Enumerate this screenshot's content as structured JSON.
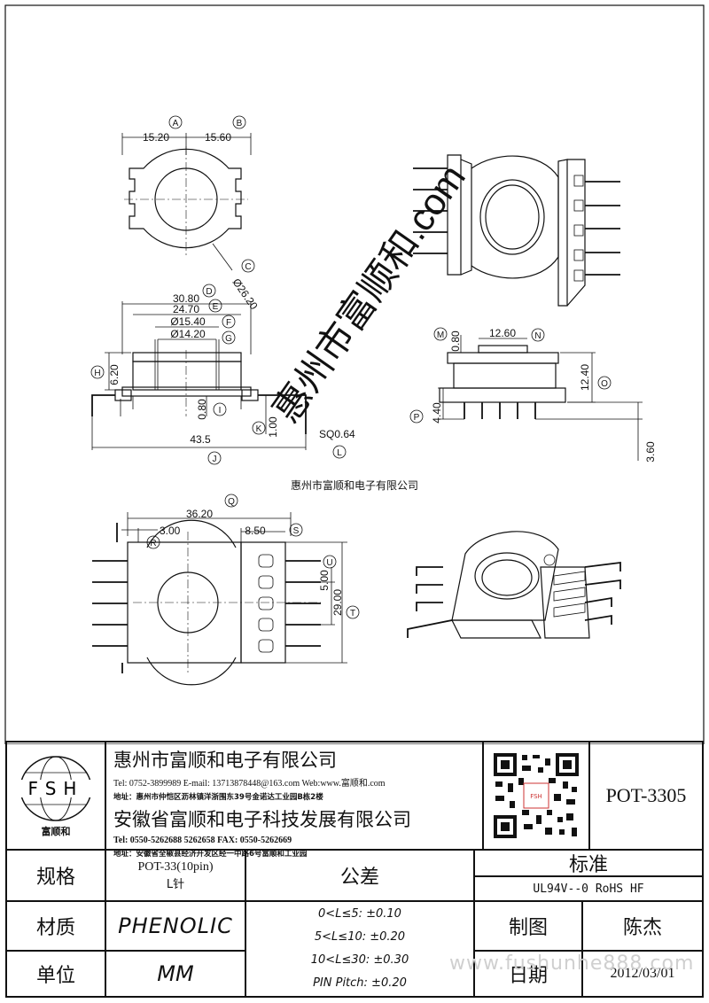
{
  "dimensions": {
    "a": "15.20",
    "b": "15.60",
    "c": "Ø26.20",
    "d": "30.80",
    "e": "24.70",
    "f": "Ø15.40",
    "g": "Ø14.20",
    "h": "6.20",
    "i": "0.80",
    "k": "1.00",
    "l": "SQ0.64",
    "j": "43.5",
    "m": "0.80",
    "n": "12.60",
    "o": "12.40",
    "p": "4.40",
    "side_bottom": "3.60",
    "q": "36.20",
    "r": "3.00",
    "s": "8.50",
    "u": "5.00",
    "t": "29.00"
  },
  "labels": {
    "a": "A",
    "b": "B",
    "c": "C",
    "d": "D",
    "e": "E",
    "f": "F",
    "g": "G",
    "h": "H",
    "i": "I",
    "j": "J",
    "k": "K",
    "l": "L",
    "m": "M",
    "n": "N",
    "o": "O",
    "p": "P",
    "q": "Q",
    "r": "R",
    "s": "S",
    "t": "T",
    "u": "U"
  },
  "watermarks": {
    "center": "惠州市富顺和电子有限公司",
    "diagonal": "惠州市富顺和.com",
    "website": "www.fushunhe888.com"
  },
  "company": {
    "logo_text": "FSH",
    "logo_caption": "富顺和",
    "name1": "惠州市富顺和电子有限公司",
    "contact1": "Tel:  0752-3899989  E-mail: 13713878448@163.com  Web:www.富顺和.com",
    "address1": "地址：惠州市仲恺区沥林镇洋浙围东39号金诺达工业园B栋2楼",
    "name2": "安徽省富顺和电子科技发展有限公司",
    "contact2": "Tel:  0550-5262688  5262658      FAX: 0550-5262669",
    "address2": "地址：安徽省全椒县经济开发区经一中路6号富顺和工业园",
    "qr_caption": "FSH"
  },
  "part_number": "POT-3305",
  "table": {
    "spec_label": "规格",
    "spec_value": "POT-33(10pin)",
    "spec_value2": "L针",
    "tolerance_label": "公差",
    "standard_label": "标准",
    "standard_value": "UL94V--0  RoHS HF",
    "material_label": "材质",
    "material_value": "PHENOLIC",
    "unit_label": "单位",
    "unit_value": "MM",
    "tolerances": [
      "0<L≤5: ±0.10",
      "5<L≤10: ±0.20",
      "10<L≤30: ±0.30",
      "PIN Pitch: ±0.20"
    ],
    "drawn_label": "制图",
    "drawn_value": "陈杰",
    "date_label": "日期",
    "date_value": "2012/03/01"
  }
}
